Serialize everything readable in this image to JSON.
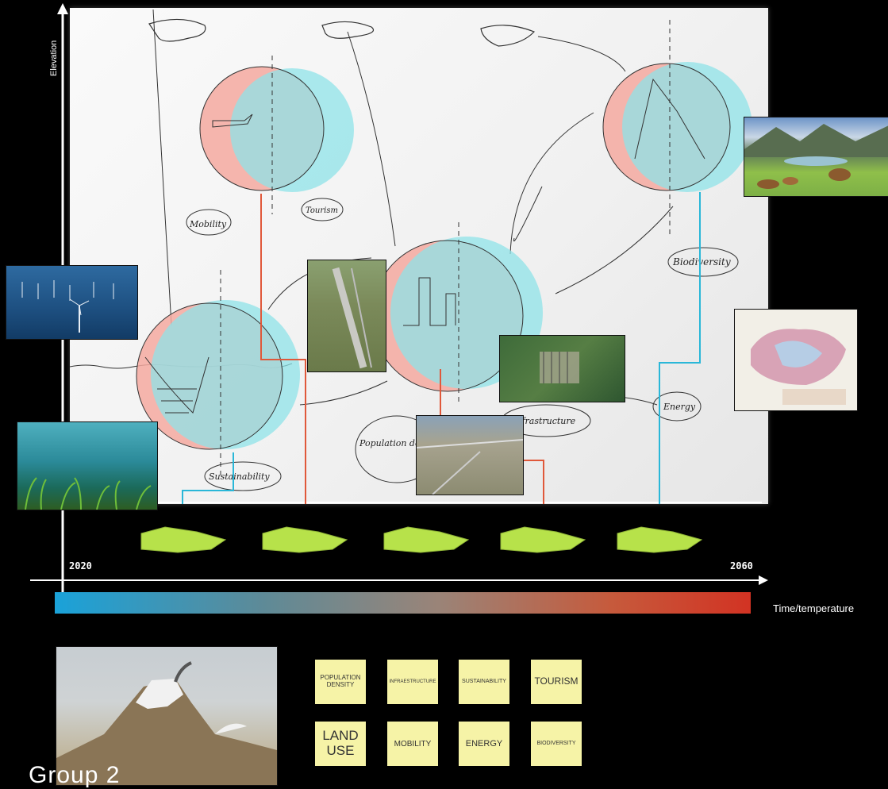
{
  "axes": {
    "y_label": "Elevation",
    "x_label": "Time/temperature",
    "start_year": "2020",
    "end_year": "2060"
  },
  "sketch_labels": {
    "mobility": "Mobility",
    "tourism": "Tourism",
    "biodiversity": "Biodiversity",
    "sustainability": "Sustainability",
    "population_density": "Population density",
    "infrastructure": "Infrastructure",
    "energy": "Energy"
  },
  "sticky_notes": [
    {
      "label": "POPULATION DENSITY"
    },
    {
      "label": "INFRAESTRUCTURE"
    },
    {
      "label": "SUSTAINABILITY"
    },
    {
      "label": "TOURISM"
    },
    {
      "label": "LAND USE"
    },
    {
      "label": "MOBILITY"
    },
    {
      "label": "ENERGY"
    },
    {
      "label": "BIODIVERSITY"
    }
  ],
  "footer": {
    "group_title": "Group 2"
  },
  "colors": {
    "cold": "#1aa2d9",
    "hot": "#d23323",
    "red_circle": "#f4a9a0",
    "cyan_circle": "#8fe3e8",
    "connector_red": "#e0583a",
    "connector_blue": "#2ab7d8",
    "note_yellow": "#f6f3a7",
    "region_green": "#b7e24a"
  }
}
